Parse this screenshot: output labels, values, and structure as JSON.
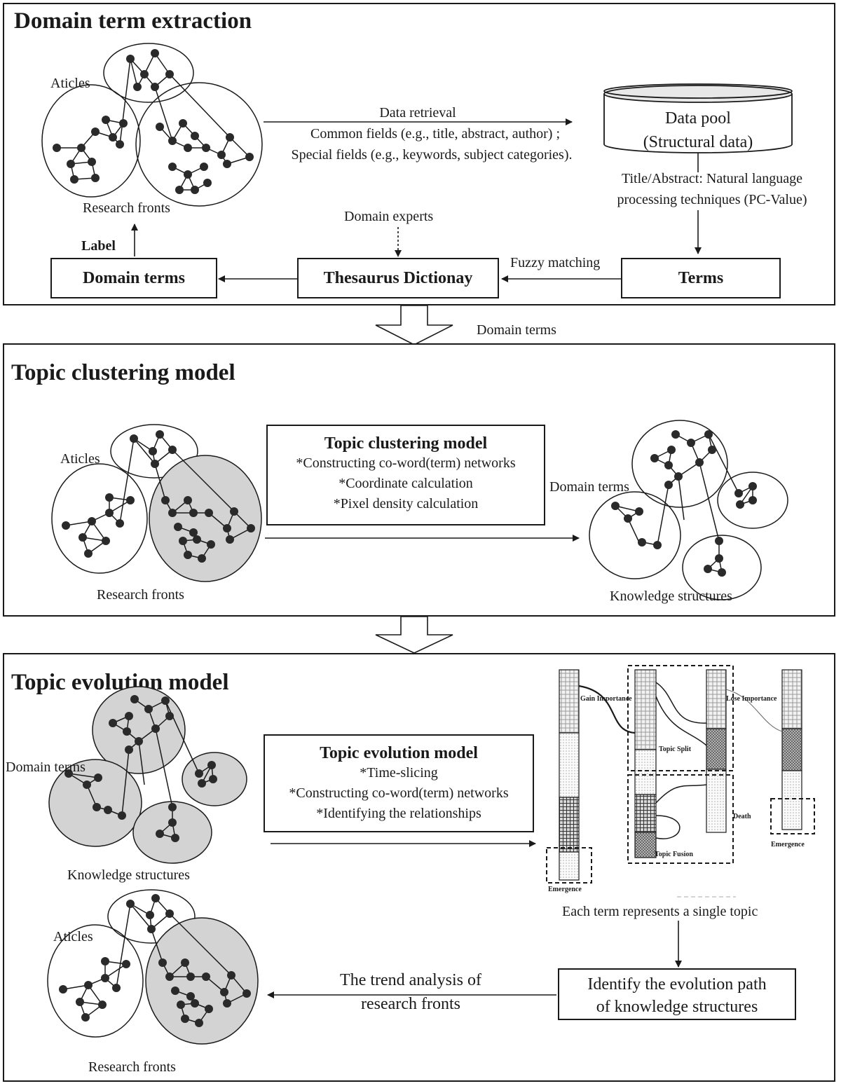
{
  "panel1": {
    "title": "Domain term extraction",
    "aticles": "Aticles",
    "research_fronts": "Research fronts",
    "data_retrieval": "Data retrieval",
    "common_fields": "Common fields (e.g., title, abstract, author) ;",
    "special_fields": "Special fields (e.g., keywords, subject categories).",
    "data_pool_line1": "Data pool",
    "data_pool_line2": "(Structural data)",
    "nlp_line1": "Title/Abstract: Natural language",
    "nlp_line2": "processing techniques (PC-Value)",
    "domain_experts": "Domain experts",
    "label": "Label",
    "fuzzy_matching": "Fuzzy matching",
    "domain_terms_box": "Domain terms",
    "thesaurus_box": "Thesaurus Dictionay",
    "terms_box": "Terms"
  },
  "between12": "Domain terms",
  "panel2": {
    "title": "Topic clustering model",
    "aticles": "Aticles",
    "research_fronts": "Research fronts",
    "model_title": "Topic clustering model",
    "items": [
      "*Constructing co-word(term) networks",
      "*Coordinate calculation",
      "*Pixel density calculation"
    ],
    "domain_terms": "Domain terms",
    "knowledge_structures": "Knowledge structures"
  },
  "panel3": {
    "title": "Topic evolution model",
    "domain_terms": "Domain terms",
    "knowledge_structures": "Knowledge structures",
    "model_title": "Topic evolution model",
    "items": [
      "*Time-slicing",
      "*Constructing co-word(term) networks",
      "*Identifying the relationships"
    ],
    "gain_importance": "Gain Importance",
    "lose_importance": "Lose Importance",
    "topic_split": "Topic Split",
    "topic_fusion": "Topic Fusion",
    "death": "Death",
    "emergence_left": "Emergence",
    "emergence_right": "Emergence",
    "each_term": "Each term represents a single topic",
    "identify_line1": "Identify the evolution path",
    "identify_line2": "of knowledge structures",
    "trend_line1": "The trend analysis of",
    "trend_line2": "research fronts",
    "aticles": "Aticles",
    "research_fronts": "Research fronts"
  },
  "colors": {
    "line": "#1a1a1a",
    "shade": "#d3d3d3",
    "node": "#2a2a2a"
  }
}
